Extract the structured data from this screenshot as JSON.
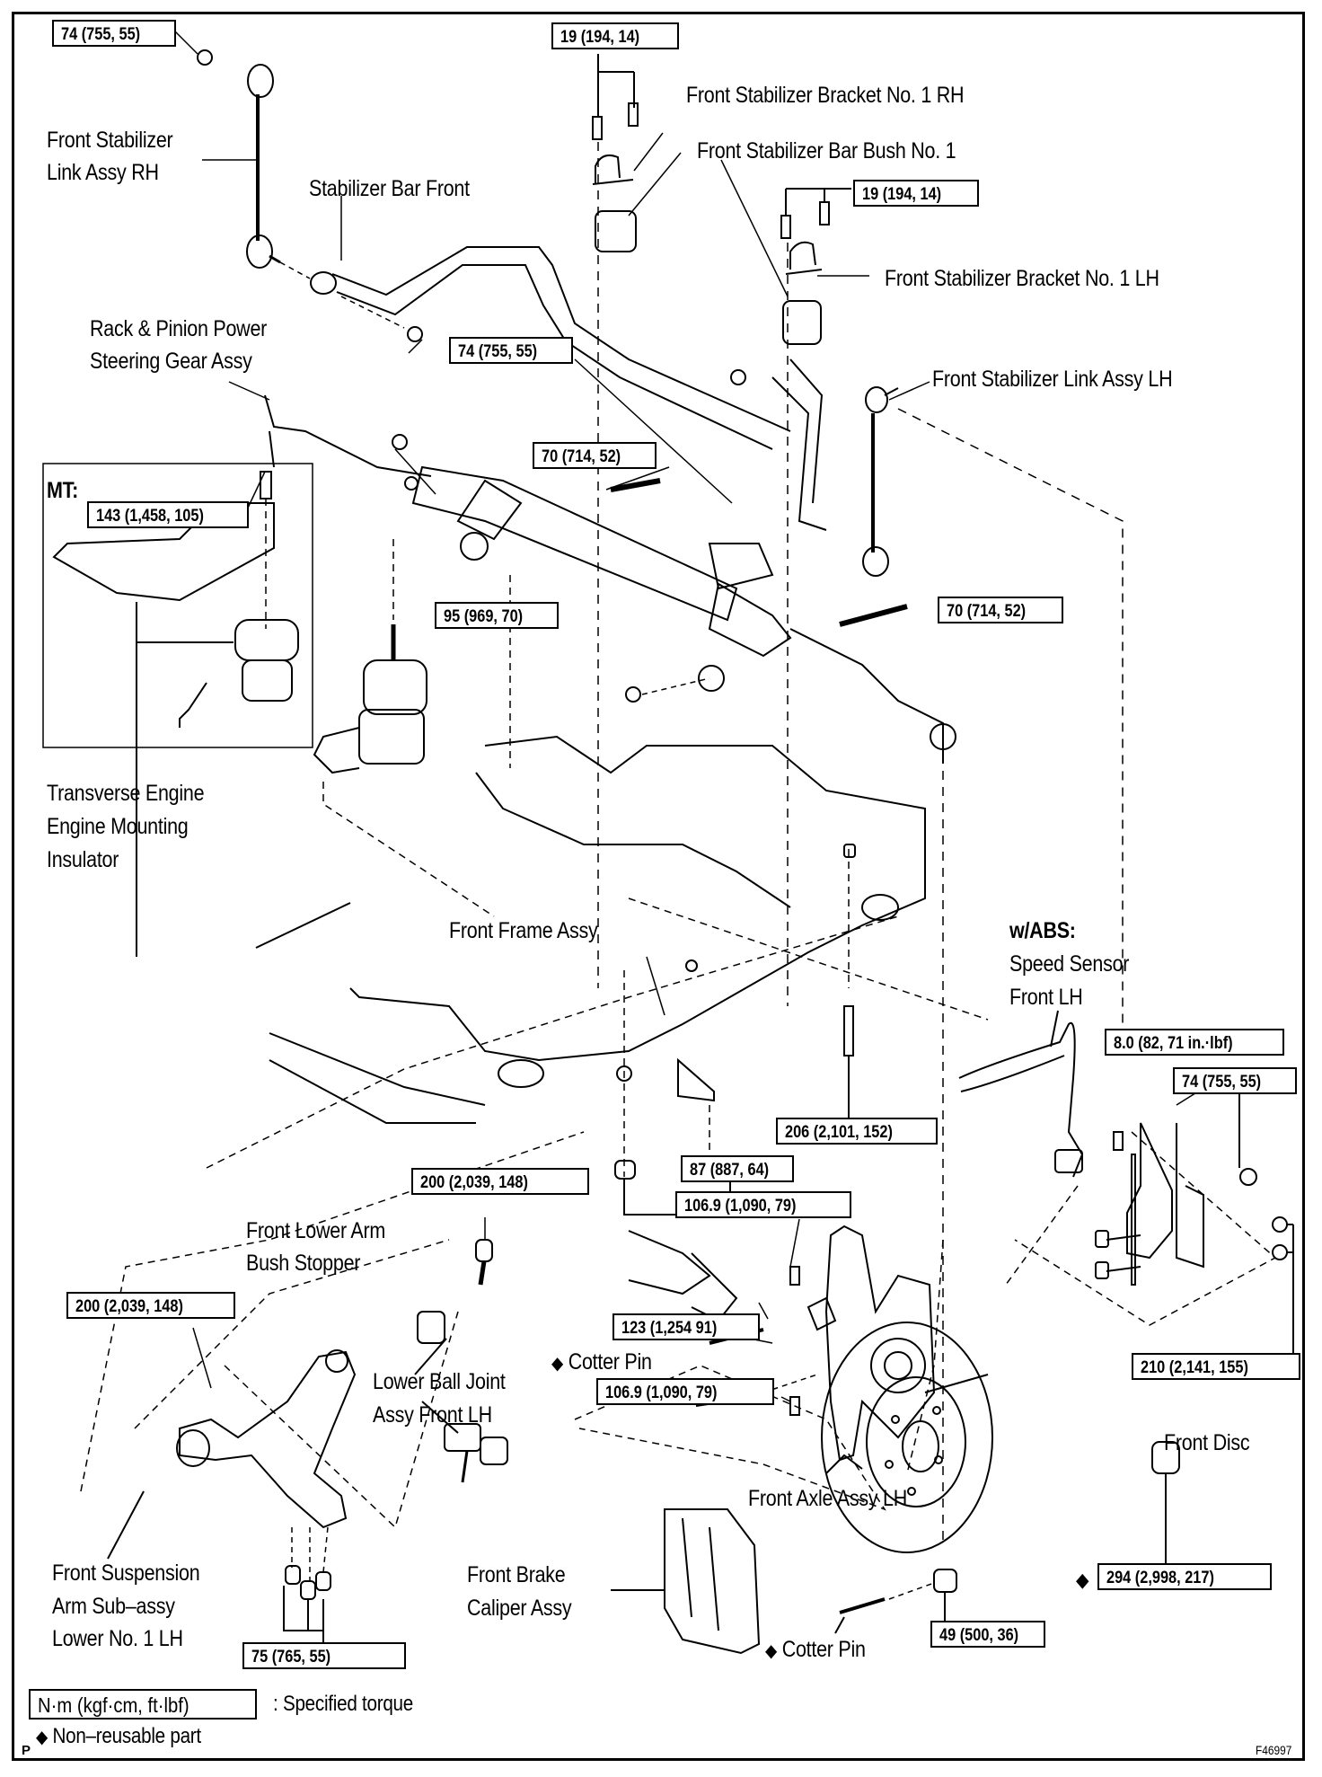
{
  "diagram": {
    "figure_id": "F46997",
    "section_label_mt": "MT:",
    "section_label_abs": "w/ABS:",
    "part_labels": {
      "front_stabilizer_link_rh": [
        "Front Stabilizer",
        "Link Assy RH"
      ],
      "stabilizer_bar_front": "Stabilizer Bar Front",
      "rack_pinion": [
        "Rack & Pinion Power",
        "Steering Gear Assy"
      ],
      "bracket_rh": "Front Stabilizer Bracket No. 1 RH",
      "bar_bush": "Front Stabilizer Bar Bush No. 1",
      "bracket_lh": "Front Stabilizer Bracket No. 1 LH",
      "link_lh": "Front Stabilizer Link Assy LH",
      "engine_mount": [
        "Transverse Engine",
        "Engine Mounting",
        "Insulator"
      ],
      "front_frame": "Front Frame Assy",
      "speed_sensor": [
        "Speed Sensor",
        "Front LH"
      ],
      "lower_arm_bush_stopper": [
        "Front Lower Arm",
        "Bush Stopper"
      ],
      "lower_ball_joint": [
        "Lower Ball Joint",
        "Assy Front LH"
      ],
      "suspension_arm": [
        "Front Suspension",
        "Arm Sub–assy",
        "Lower No. 1 LH"
      ],
      "brake_caliper": [
        "Front Brake",
        "Caliper Assy"
      ],
      "front_axle": "Front Axle Assy LH",
      "front_disc": "Front Disc",
      "cotter_pin_1": "Cotter Pin",
      "cotter_pin_2": "Cotter Pin"
    },
    "torque_specs": {
      "link_rh_nut": "74 (755, 55)",
      "bracket_rh_bolts": "19 (194, 14)",
      "bracket_lh_bolts": "19 (194, 14)",
      "bar_link_nut": "74 (755, 55)",
      "rack_bolt_1": "70 (714, 52)",
      "mt_mount_bolt": "143 (1,458, 105)",
      "mount_nut": "95 (969, 70)",
      "rack_bolt_2": "70 (714, 52)",
      "frame_bolt": "206 (2,101, 152)",
      "sensor_bolt": "8.0 (82, 71 in.·lbf)",
      "strut_nut": "74 (755, 55)",
      "frame_nuts": "87 (887, 64)",
      "axle_bolt_upper": "106.9 (1,090, 79)",
      "arm_bolt_upper": "200 (2,039, 148)",
      "arm_bolt_left": "200 (2,039, 148)",
      "tie_rod_nut": "123 (1,254 91)",
      "axle_bolt_lower": "106.9 (1,090, 79)",
      "strut_bolts": "210 (2,141, 155)",
      "hub_nut": "294 (2,998, 217)",
      "ball_joint_nut": "49 (500, 36)",
      "arm_rear_bolts": "75 (765, 55)"
    },
    "nonreusable_marker": "◆",
    "legend": {
      "torque_unit": "N·m (kgf·cm, ft·lbf)",
      "torque_desc": ": Specified torque",
      "nonreusable_desc": "Non–reusable part",
      "page_marker": "P"
    }
  }
}
